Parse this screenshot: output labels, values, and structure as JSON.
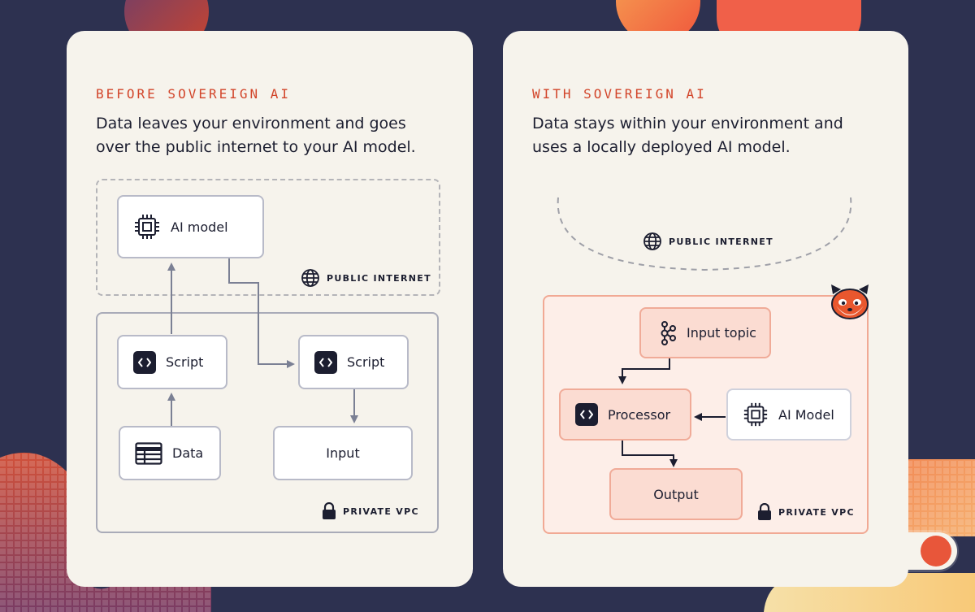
{
  "colors": {
    "background": "#2d3150",
    "card": "#f6f3ec",
    "accent": "#d2452a",
    "text": "#1c1e30",
    "connector_left": "#7b8094",
    "connector_right": "#1c1e30"
  },
  "before": {
    "title": "BEFORE SOVEREIGN AI",
    "description": "Data leaves your environment and goes over the public internet to your AI model.",
    "public_zone_label": "PUBLIC INTERNET",
    "private_zone_label": "PRIVATE VPC",
    "nodes": {
      "ai_model": {
        "label": "AI model",
        "icon": "cpu-chip-icon"
      },
      "script_left": {
        "label": "Script",
        "icon": "code-brackets-icon"
      },
      "script_right": {
        "label": "Script",
        "icon": "code-brackets-icon"
      },
      "data": {
        "label": "Data",
        "icon": "table-icon"
      },
      "input": {
        "label": "Input"
      }
    }
  },
  "with": {
    "title": "WITH SOVEREIGN AI",
    "description": "Data stays within your environment and uses a locally deployed AI model.",
    "public_zone_label": "PUBLIC INTERNET",
    "private_zone_label": "PRIVATE VPC",
    "mascot_icon": "red-panda-icon",
    "nodes": {
      "input_topic": {
        "label": "Input topic",
        "icon": "kafka-topic-icon"
      },
      "processor": {
        "label": "Processor",
        "icon": "code-brackets-icon"
      },
      "ai_model": {
        "label": "AI Model",
        "icon": "cpu-chip-icon"
      },
      "output": {
        "label": "Output"
      }
    }
  }
}
